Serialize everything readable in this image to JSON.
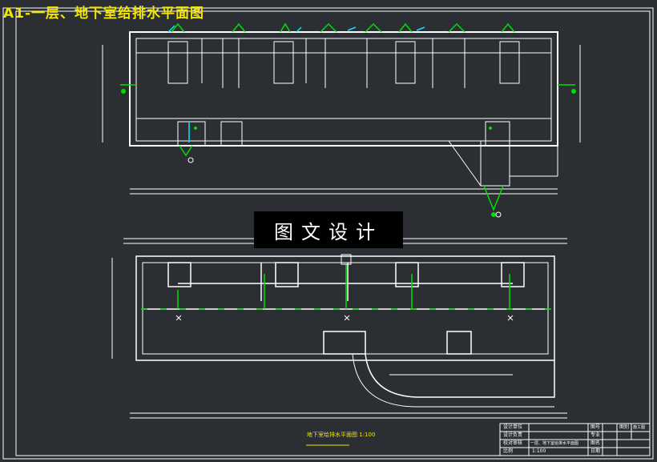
{
  "sheet_title": "A1-一层、地下室给排水平面图",
  "watermark": "图文设计",
  "lower_plan_caption": "地下室给排水平面图 1:100",
  "title_block": {
    "rows": [
      "设计单位",
      "设计负责",
      "校对审核",
      "比例"
    ],
    "fields": [
      "图号",
      "专业",
      "图名",
      "图别",
      "日期"
    ],
    "sheet_name": "一层、地下室给排水平面图",
    "scale": "1:100",
    "stage": "施工图"
  },
  "colors": {
    "background": "#2b2f33",
    "lines": "#ffffff",
    "pipes": "#00e000",
    "highlight": "#00e5ff",
    "title": "#f2e600"
  }
}
